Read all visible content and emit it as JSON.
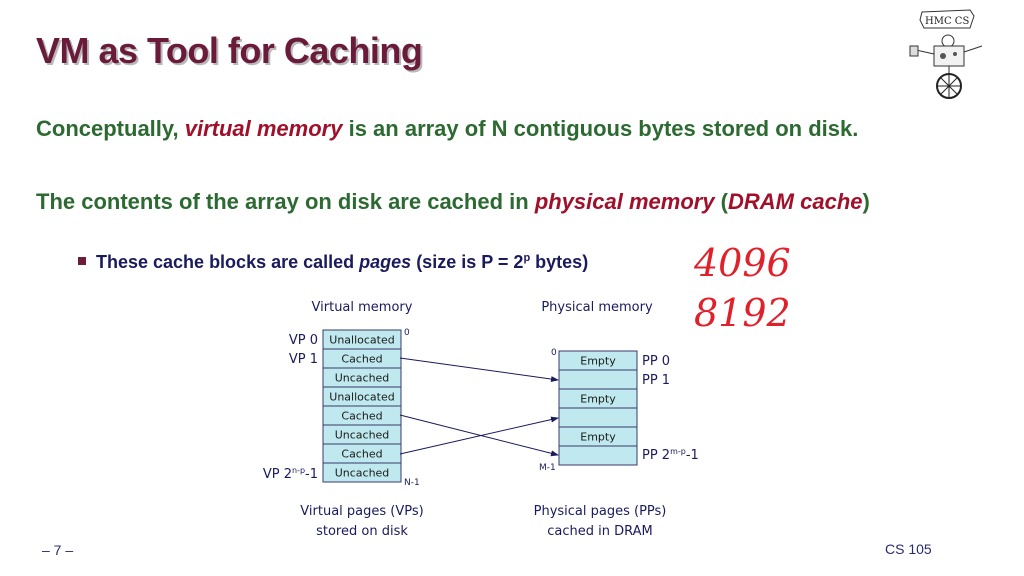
{
  "title": "VM as Tool for Caching",
  "logo": {
    "text": "HMC CS",
    "icon": "hmc-cs-logo"
  },
  "bullets": {
    "b1": {
      "pre": "Conceptually, ",
      "em": "virtual memory",
      "post": " is an array of N contiguous bytes stored on disk."
    },
    "b2": {
      "pre": "The contents of the array on disk are cached in ",
      "em1": "physical memory",
      "mid": " (",
      "em2": "DRAM cache",
      "post": ")"
    }
  },
  "sub_bullet": {
    "pre": "These cache blocks are called ",
    "em": "pages",
    "mid": " (size is P = 2",
    "sup": "p",
    "post": " bytes)"
  },
  "handwriting": {
    "line1": "4096",
    "line2": "8192",
    "color": "#e0202a"
  },
  "diagram": {
    "virtual_title": "Virtual memory",
    "physical_title": "Physical memory",
    "virtual_cells": [
      "Unallocated",
      "Cached",
      "Uncached",
      "Unallocated",
      "Cached",
      "Uncached",
      "Cached",
      "Uncached"
    ],
    "physical_cells": [
      "Empty",
      "",
      "Empty",
      "",
      "Empty",
      ""
    ],
    "vp0": "VP 0",
    "vp1": "VP 1",
    "vp_last": {
      "pre": "VP 2",
      "sup": "n-p",
      "post": "-1"
    },
    "pp0": "PP 0",
    "pp1": "PP 1",
    "pp_last": {
      "pre": "PP 2",
      "sup": "m-p",
      "post": "-1"
    },
    "v_top": "0",
    "v_bottom": "N-1",
    "p_top": "0",
    "p_bottom": "M-1",
    "caption_left": {
      "line1": "Virtual pages (VPs)",
      "line2": "stored on disk"
    },
    "caption_right": {
      "line1": "Physical pages (PPs)",
      "line2": "cached in DRAM"
    },
    "colors": {
      "cell_fill": "#bfe9ee",
      "cell_stroke": "#3a3a6a",
      "arrow": "#1a1a5e"
    }
  },
  "footer": {
    "page": "– 7 –",
    "course": "CS 105"
  }
}
